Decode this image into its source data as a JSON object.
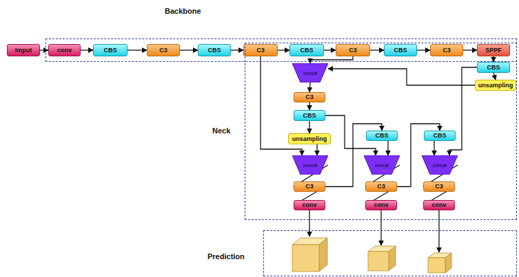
{
  "diagram": {
    "nodes": [
      {
        "text": [
          "Backbone"
        ]
      },
      {
        "text": [
          "Imput"
        ]
      },
      {
        "text": [
          "conv"
        ],
        "in": 0
      },
      {
        "text": [
          "CBS"
        ],
        "in": 0
      },
      {
        "text": [
          "C3"
        ],
        "in": 0
      },
      {
        "text": [
          "CBS"
        ],
        "in": 0
      },
      {
        "text": [
          "C3"
        ],
        "in": 0
      },
      {
        "text": [
          "CBS"
        ],
        "in": 0
      },
      {
        "text": [
          "C3"
        ],
        "in": 0
      },
      {
        "text": [
          "CBS"
        ],
        "in": 0
      },
      {
        "text": [
          "C3"
        ],
        "in": 0
      },
      {
        "text": [
          "SPPF"
        ],
        "in": 0
      },
      {
        "text": [
          "Neck"
        ]
      },
      {
        "text": [
          "CBS"
        ],
        "in": 12
      },
      {
        "text": [
          "concat"
        ],
        "in": 12
      },
      {
        "text": [
          "unsampling"
        ],
        "in": 12
      },
      {
        "text": [
          "C3"
        ],
        "in": 12
      },
      {
        "text": [
          "CBS"
        ],
        "in": 12
      },
      {
        "text": [
          "unsampling"
        ],
        "in": 12
      },
      {
        "text": [
          "CBS"
        ],
        "in": 12
      },
      {
        "text": [
          "CBS"
        ],
        "in": 12
      },
      {
        "text": [
          "concat"
        ],
        "in": 12
      },
      {
        "text": [
          "concat"
        ],
        "in": 12
      },
      {
        "text": [
          "concat"
        ],
        "in": 12
      },
      {
        "text": [
          "C3"
        ],
        "in": 12
      },
      {
        "text": [
          "C3"
        ],
        "in": 12
      },
      {
        "text": [
          "C3"
        ],
        "in": 12
      },
      {
        "text": [
          "conv"
        ],
        "in": 12
      },
      {
        "text": [
          "conv"
        ],
        "in": 12
      },
      {
        "text": [
          "conv"
        ],
        "in": 12
      },
      {
        "text": [
          "Prediction"
        ]
      }
    ],
    "edges": [
      {
        "from": 1,
        "to": 2,
        "arrow": "to"
      },
      {
        "from": 2,
        "to": 3,
        "arrow": "to"
      },
      {
        "from": 3,
        "to": 4,
        "arrow": "to"
      },
      {
        "from": 4,
        "to": 5,
        "arrow": "to"
      },
      {
        "from": 5,
        "to": 6,
        "arrow": "to"
      },
      {
        "from": 6,
        "to": 7,
        "arrow": "to"
      },
      {
        "from": 7,
        "to": 8,
        "arrow": "to"
      },
      {
        "from": 8,
        "to": 9,
        "arrow": "to"
      },
      {
        "from": 9,
        "to": 10,
        "arrow": "to"
      },
      {
        "from": 10,
        "to": 11,
        "arrow": "to"
      },
      {
        "from": 11,
        "to": 13,
        "arrow": "to"
      },
      {
        "from": 13,
        "to": 15,
        "arrow": "to"
      },
      {
        "from": 15,
        "to": 14,
        "arrow": "to"
      },
      {
        "from": 8,
        "to": 14,
        "arrow": "to"
      },
      {
        "from": 14,
        "to": 16,
        "arrow": "to"
      },
      {
        "from": 16,
        "to": 17,
        "arrow": "to"
      },
      {
        "from": 17,
        "to": 18,
        "arrow": "to"
      },
      {
        "from": 6,
        "to": 21,
        "arrow": "to"
      },
      {
        "from": 18,
        "to": 21,
        "arrow": "to"
      },
      {
        "from": 17,
        "to": 22,
        "arrow": "to"
      },
      {
        "from": 24,
        "to": 19,
        "arrow": "to"
      },
      {
        "from": 19,
        "to": 22,
        "arrow": "to"
      },
      {
        "from": 25,
        "to": 20,
        "arrow": "to"
      },
      {
        "from": 20,
        "to": 23,
        "arrow": "to"
      },
      {
        "from": 13,
        "to": 23,
        "arrow": "to"
      },
      {
        "from": 21,
        "to": 24,
        "arrow": "to"
      },
      {
        "from": 22,
        "to": 25,
        "arrow": "to"
      },
      {
        "from": 23,
        "to": 26,
        "arrow": "to"
      },
      {
        "from": 24,
        "to": 27,
        "arrow": "to"
      },
      {
        "from": 25,
        "to": 28,
        "arrow": "to"
      },
      {
        "from": 26,
        "to": 29,
        "arrow": "to"
      }
    ]
  }
}
